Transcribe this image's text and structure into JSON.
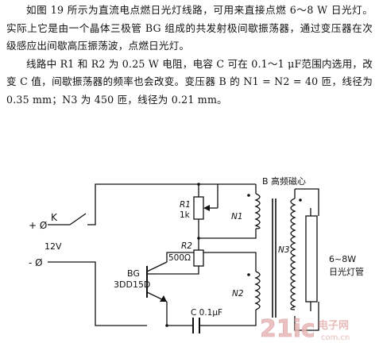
{
  "paragraphs": [
    {
      "text": "如图 19 所示为直流电点燃日光灯线路，可用来直接点燃 6～8 W 日光灯。实际上它是由一个晶体三极管 BG 组成的共发射极间歇振荡器，通过变压器在次级感应出间歇高压振荡波，点燃日光灯。"
    },
    {
      "text": "线路中 R1 和 R2 为 0.25 W 电阻，电容 C 可在 0.1～1 μF范围内选用，改变 C 值，间歇振荡器的频率也会改变。变压器 B 的 N1 = N2 = 40 匝，线径为 0.35 mm；N3 为 450 匝，线径为 0.21 mm。"
    }
  ],
  "circuit": {
    "switch_label": "K",
    "plus_terminal": "+ Ø",
    "minus_terminal": "- Ø",
    "voltage": "12V",
    "r1_label": "R1",
    "r1_value": "1k",
    "r2_label": "R2",
    "r2_value": "500Ω",
    "n1_label": "N1",
    "n2_label": "N2",
    "n3_label": "N3",
    "transistor_label": "BG",
    "transistor_model": "3DD15D",
    "capacitor_label": "C 0.1μF",
    "transformer_label": "B 高频磁心",
    "lamp_power": "6~8W",
    "lamp_name": "日光灯管"
  },
  "watermark": {
    "logo": "21ic",
    "text": "电子网",
    "url": "com.cn"
  }
}
